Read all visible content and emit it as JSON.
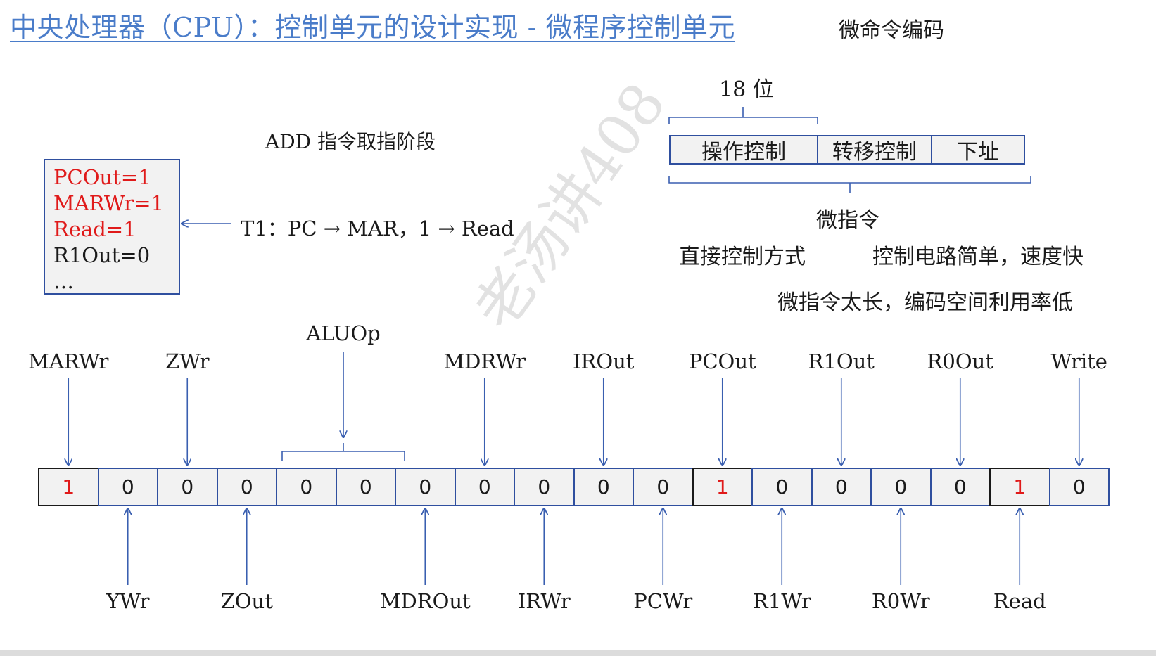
{
  "title": "中央处理器（CPU）：控制单元的设计实现 - 微程序控制单元",
  "subtitle": "微命令编码",
  "stage_label": "ADD 指令取指阶段",
  "signal_box": {
    "lines": [
      "PCOut=1",
      "MARWr=1",
      "Read=1",
      "R1Out=0",
      "…"
    ],
    "active": [
      true,
      true,
      true,
      false,
      false
    ]
  },
  "t1_text": "T1：PC → MAR，1 → Read",
  "format": {
    "bits_label": "18 位",
    "fields": [
      "操作控制",
      "转移控制",
      "下址"
    ],
    "micro_label": "微指令"
  },
  "direct_label": "直接控制方式",
  "advantage": "控制电路简单，速度快",
  "disadvantage": "微指令太长，编码空间利用率低",
  "watermark": "老汤讲408",
  "bits": [
    "1",
    "0",
    "0",
    "0",
    "0",
    "0",
    "0",
    "0",
    "0",
    "0",
    "0",
    "1",
    "0",
    "0",
    "0",
    "0",
    "1",
    "0"
  ],
  "top_signals": [
    "MARWr",
    "ZWr",
    "ALUOp",
    "MDRWr",
    "IROut",
    "PCOut",
    "R1Out",
    "R0Out",
    "Write"
  ],
  "bottom_signals": [
    "YWr",
    "ZOut",
    "MDROut",
    "IRWr",
    "PCWr",
    "R1Wr",
    "R0Wr",
    "Read"
  ],
  "colors": {
    "title": "#4a7cc9",
    "active": "#e01a1a",
    "border": "#2f4f9f"
  }
}
